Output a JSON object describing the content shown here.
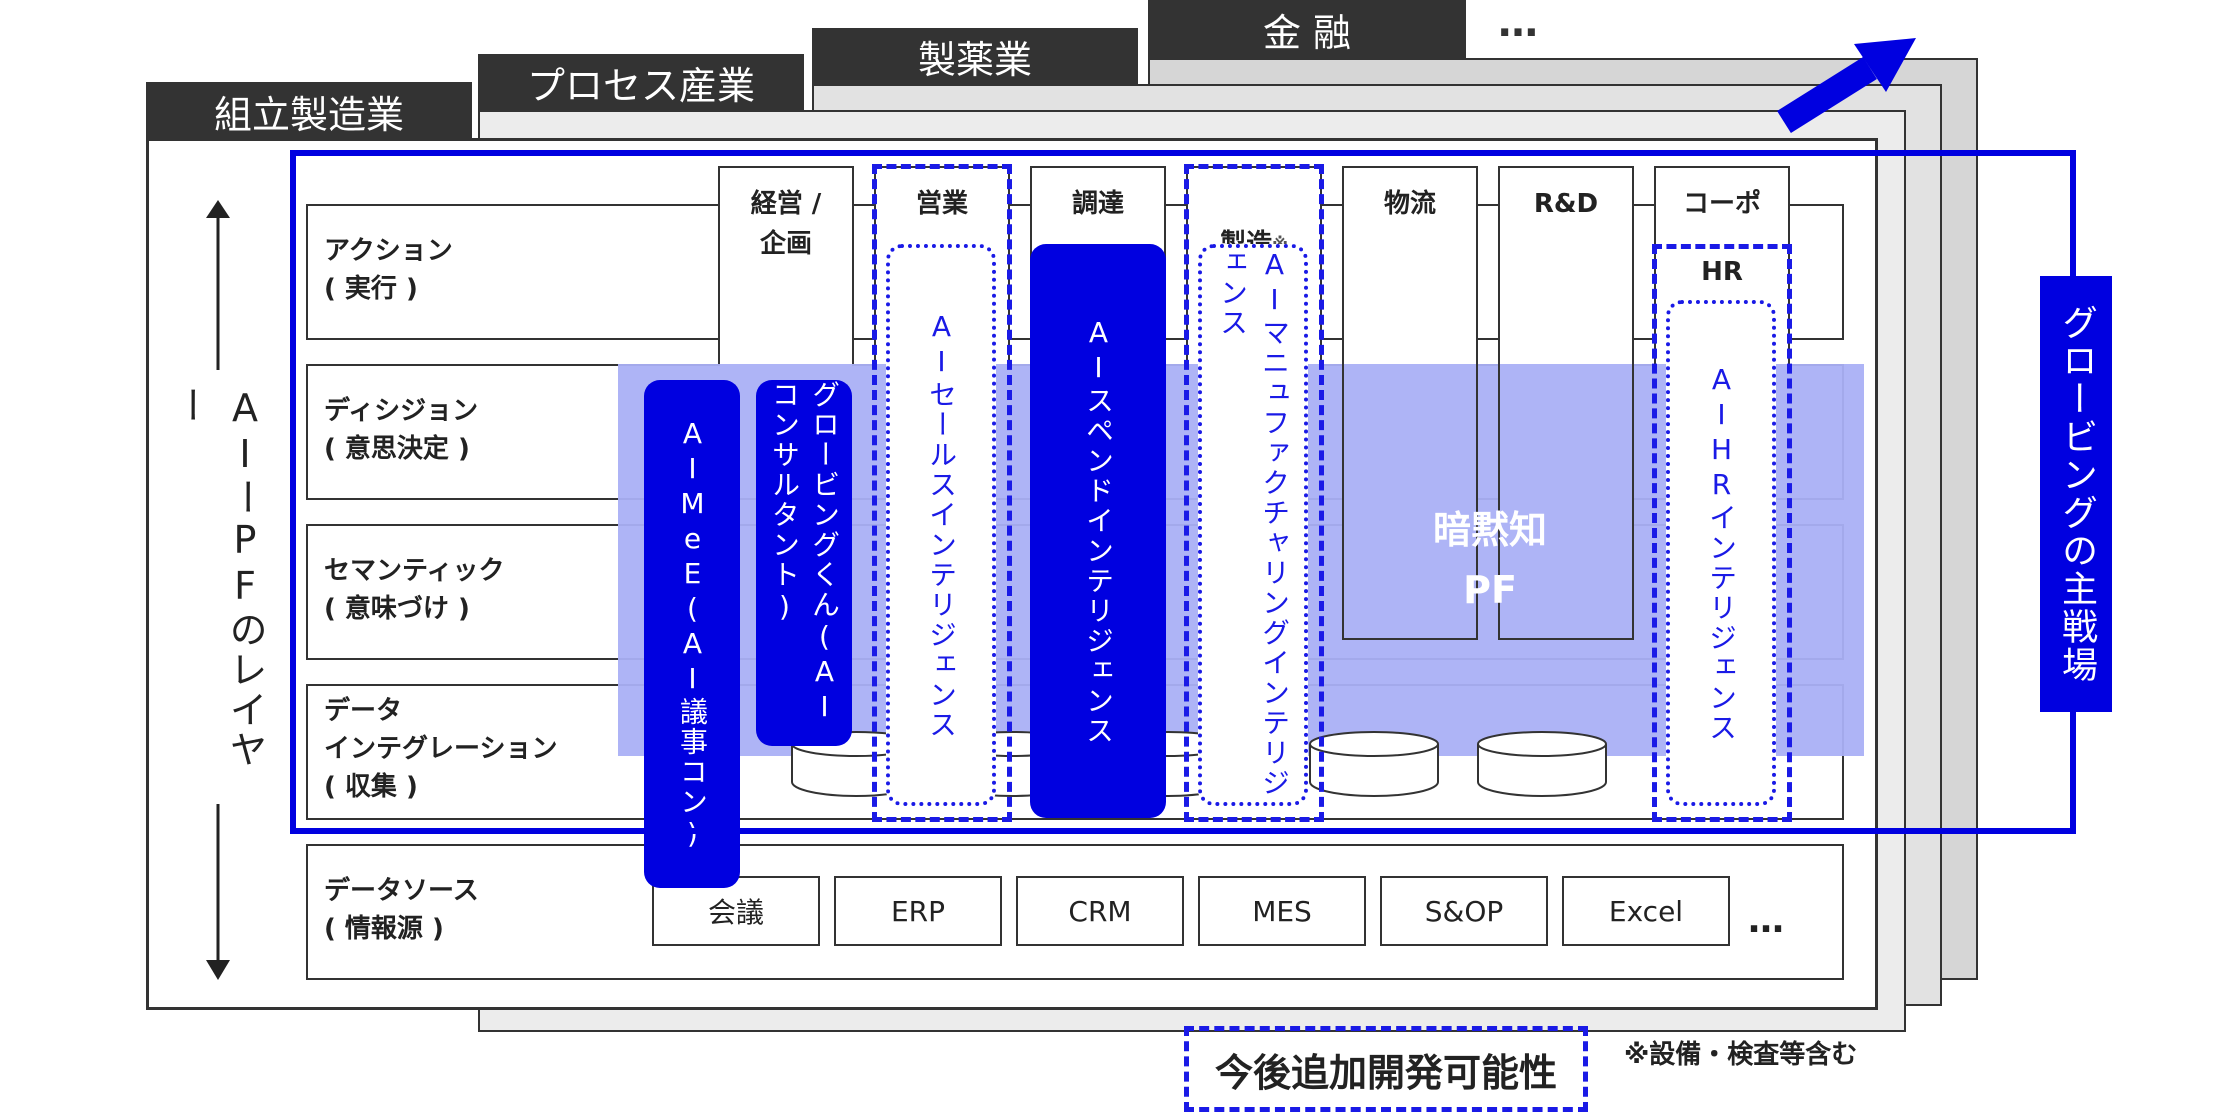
{
  "industries": {
    "tabs": [
      "組立製造業",
      "プロセス産業",
      "製薬業",
      "金 融"
    ],
    "more": "…"
  },
  "layer_axis": {
    "label": "AIーPFのレイヤー"
  },
  "rows": [
    "アクション\n( 実行 )",
    "ディシジョン\n( 意思決定 )",
    "セマンティック\n( 意味づけ )",
    "データ\nインテグレーション\n( 収集 )",
    "データソース\n( 情報源 )"
  ],
  "functions": [
    "経営 /\n企画",
    "営業",
    "調達",
    "製造",
    "物流",
    "R&D",
    "コーポ"
  ],
  "functions_note_mark": "※",
  "hr_label": "HR",
  "products": {
    "aimee": "AIMeE(AI議事コン)",
    "grokun": "グロービングくん(AIコンサルタント)",
    "sales": "AIセールスインテリジェンス",
    "spend": "AIスペンドインテリジェンス",
    "manufacturing": "AIマニュファクチャリングインテリジェンス",
    "hr": "AIHRインテリジェンス"
  },
  "tacit_pf": "暗黙知\nPF",
  "main_battlefield": "グロービングの主戦場",
  "data_sources": [
    "会議",
    "ERP",
    "CRM",
    "MES",
    "S&OP",
    "Excel"
  ],
  "data_sources_more": "…",
  "legend": {
    "future": "今後追加開発可能性"
  },
  "footnote": "※設備・検査等含む",
  "colors": {
    "accent": "#0000e0",
    "highlight": "#aab0f5",
    "dark": "#333333"
  }
}
